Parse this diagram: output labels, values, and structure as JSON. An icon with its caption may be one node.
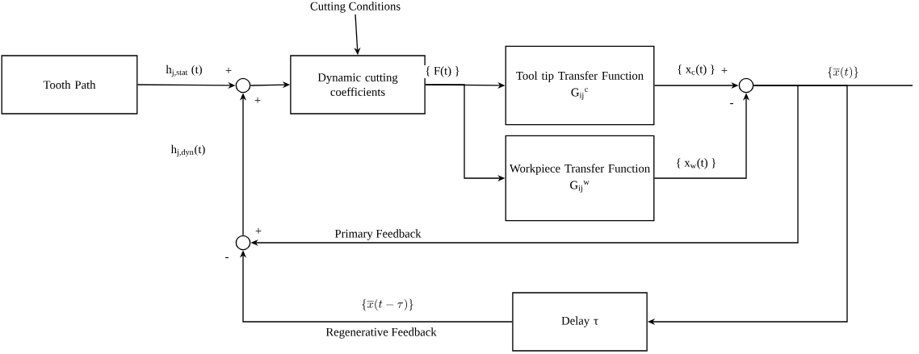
{
  "diagram": {
    "nodes": [
      {
        "text": [
          "Tooth Path"
        ]
      },
      {
        "text": [],
        "shape": "circle"
      },
      {
        "text": [
          "Dynamic cutting coefficients"
        ]
      },
      {
        "text": [
          "Tool tip Transfer Function",
          "G$_{ij}$$^{c}$"
        ]
      },
      {
        "text": [
          "Workpiece Transfer Function",
          "G$_{ij}$$^{w}$"
        ]
      },
      {
        "text": [],
        "shape": "circle"
      },
      {
        "text": [],
        "shape": "circle"
      },
      {
        "text": [
          "Delay τ"
        ]
      },
      {
        "text": [
          "Cutting Conditions"
        ]
      }
    ],
    "edges": [
      {
        "from": 0,
        "to": 1,
        "arrow": "to",
        "label": "h$_{j,stat}$ (t)"
      },
      {
        "from": 1,
        "to": 2,
        "arrow": "to"
      },
      {
        "from": 8,
        "to": 2,
        "arrow": "to"
      },
      {
        "from": 2,
        "to": 3,
        "arrow": "to",
        "label": "{ F(t) }"
      },
      {
        "from": 2,
        "to": 4,
        "arrow": "to"
      },
      {
        "from": 3,
        "to": 5,
        "arrow": "to",
        "label": "{ x$_{c}$(t) }"
      },
      {
        "from": 4,
        "to": 5,
        "arrow": "to",
        "label": "{ x$_{w}$(t) }"
      },
      {
        "from": 5,
        "to": null,
        "arrow": "none",
        "label": "\\{\\overline{x}(t)\\}"
      },
      {
        "from": 5,
        "to": 6,
        "arrow": "to",
        "label": "Primary Feedback"
      },
      {
        "from": 5,
        "to": 7,
        "arrow": "to"
      },
      {
        "from": 7,
        "to": 6,
        "arrow": "to",
        "label": "Regenerative Feedback"
      },
      {
        "from": 6,
        "to": 1,
        "arrow": "to",
        "label": "h$_{j,dyn}$(t)"
      }
    ],
    "labels": [
      "+",
      "+",
      "+",
      "-",
      "+",
      "-",
      "\\{\\overline{x}(t - \\tau)\\}"
    ]
  }
}
